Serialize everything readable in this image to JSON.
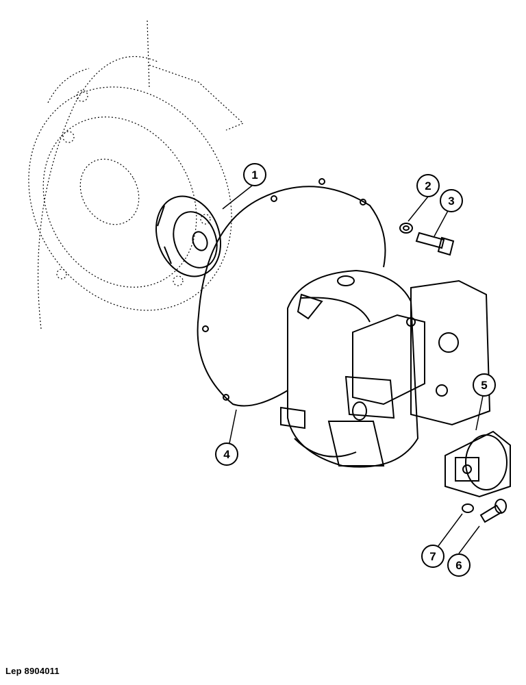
{
  "diagram": {
    "type": "exploded-parts-view",
    "line_color": "#000000",
    "background": "#ffffff"
  },
  "callouts": [
    {
      "id": "1",
      "label": "1"
    },
    {
      "id": "2",
      "label": "2"
    },
    {
      "id": "3",
      "label": "3"
    },
    {
      "id": "4",
      "label": "4"
    },
    {
      "id": "5",
      "label": "5"
    },
    {
      "id": "6",
      "label": "6"
    },
    {
      "id": "7",
      "label": "7"
    }
  ],
  "reference_code": "Lep 8904011"
}
